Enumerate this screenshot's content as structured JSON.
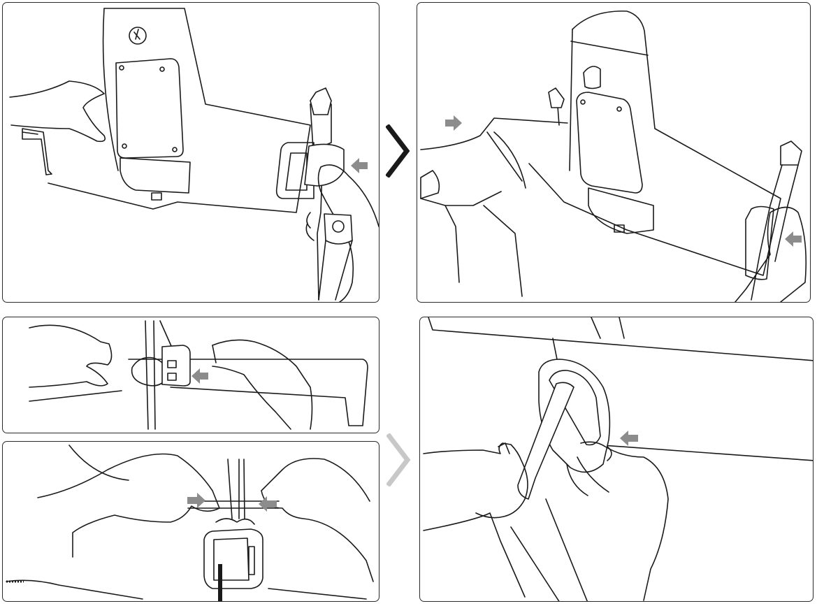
{
  "figure": {
    "panels": [
      {
        "id": "step-1",
        "hint_arrows": 1
      },
      {
        "id": "step-2",
        "hint_arrows": 2
      },
      {
        "id": "step-3",
        "hint_arrows": 1
      },
      {
        "id": "step-4",
        "hint_arrows": 2
      },
      {
        "id": "step-5",
        "hint_arrows": 1
      }
    ],
    "sequence_markers": [
      {
        "icon": "chevron-right-icon",
        "color": "#1a1a1a"
      },
      {
        "icon": "chevron-right-icon",
        "color": "#c8c8c8"
      }
    ],
    "colors": {
      "line": "#1a1a1a",
      "arrow": "#8c8c8c",
      "background": "#ffffff"
    }
  }
}
